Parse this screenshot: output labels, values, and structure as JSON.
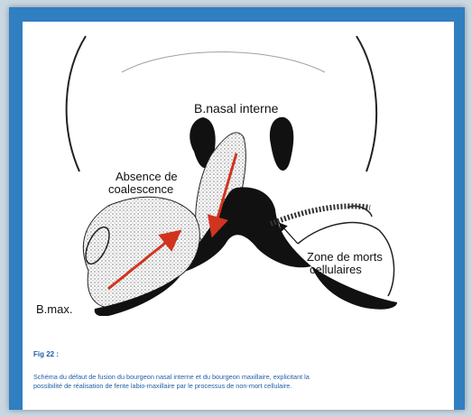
{
  "figure": {
    "labels": {
      "nasal": "B.nasal interne",
      "absence_1": "Absence de",
      "absence_2": "coalescence",
      "zone_1": "Zone de morts",
      "zone_2": "cellulaires",
      "bmax": "B.max."
    },
    "arrow_color": "#d0341f"
  },
  "fig_label": "Fig 22 :",
  "caption": {
    "line1": "Schéma du défaut de fusion du bourgeon nasal interne et du bourgeon maxillaire, explicitant la",
    "line2": "possibilité de réalisation de fente labio-maxillaire par le processus de non-mort cellulaire."
  },
  "colors": {
    "frame": "#2f7fc1",
    "caption_text": "#1f5fa8"
  }
}
